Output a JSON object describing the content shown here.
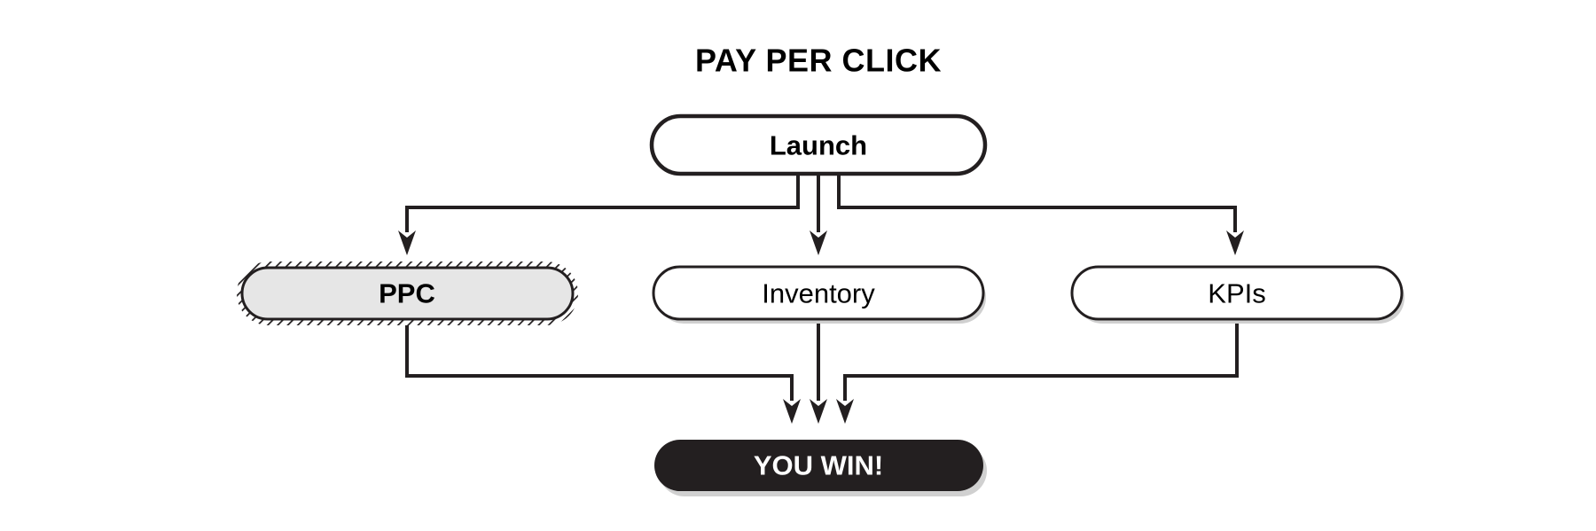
{
  "title": "PAY PER CLICK",
  "nodes": {
    "launch": "Launch",
    "ppc": "PPC",
    "inventory": "Inventory",
    "kpis": "KPIs",
    "win": "YOU WIN!"
  },
  "colors": {
    "ink": "#231f20",
    "highlight_fill": "#e6e6e6",
    "shadow": "#d0d0d0",
    "win_text": "#ffffff"
  }
}
